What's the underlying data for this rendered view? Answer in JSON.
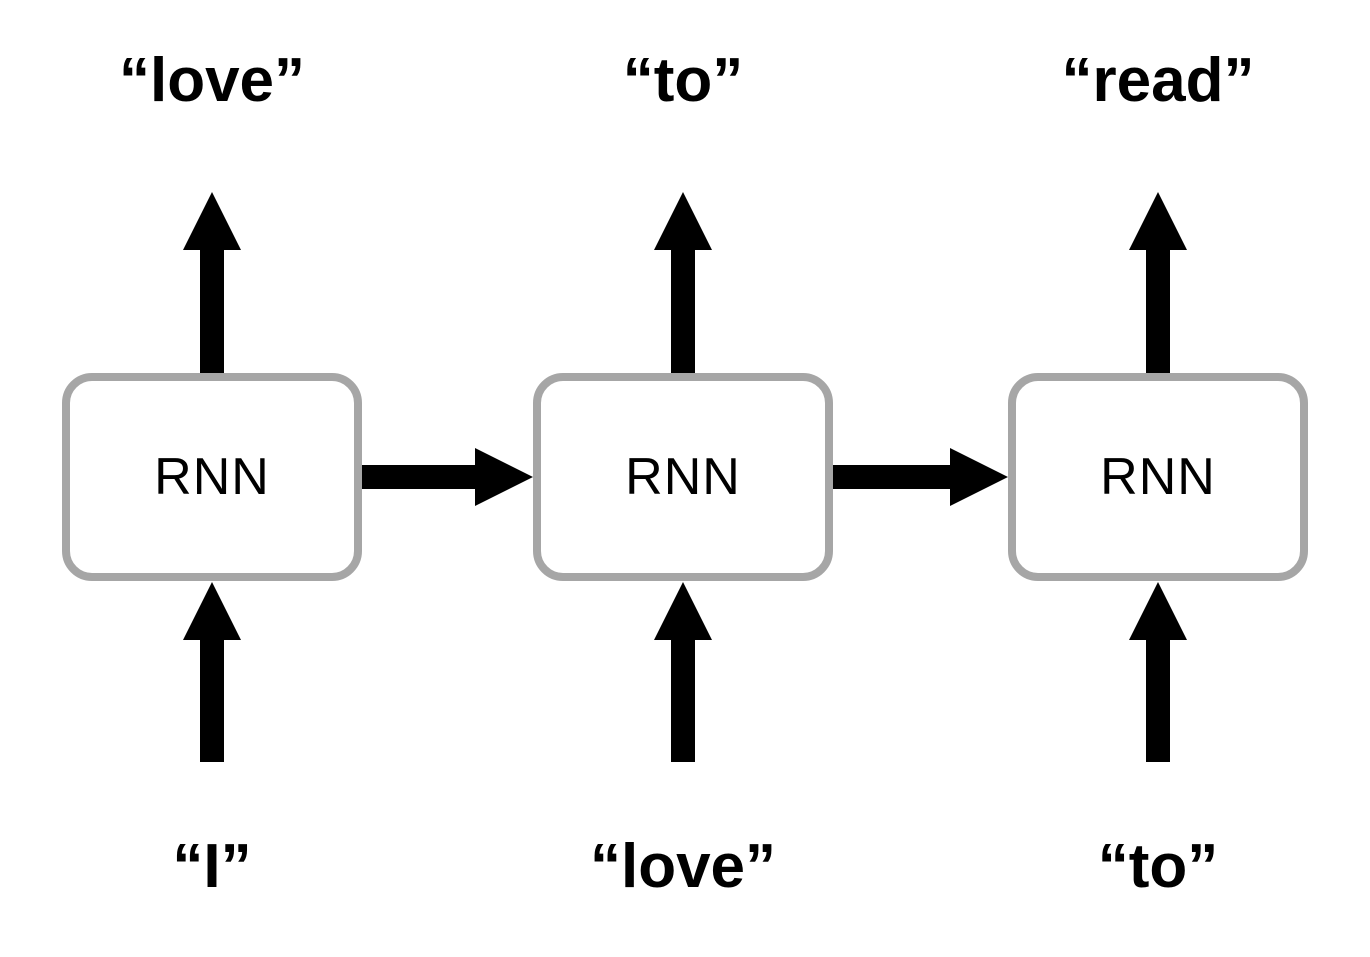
{
  "diagram": {
    "nodes": [
      {
        "label": "RNN",
        "input": "“I”",
        "output": "“love”"
      },
      {
        "label": "RNN",
        "input": "“love”",
        "output": "“to”"
      },
      {
        "label": "RNN",
        "input": "“to”",
        "output": "“read”"
      }
    ],
    "colors": {
      "background": "#ffffff",
      "box_border": "#a6a6a6",
      "box_fill": "#ffffff",
      "arrow": "#000000",
      "text": "#000000"
    }
  }
}
